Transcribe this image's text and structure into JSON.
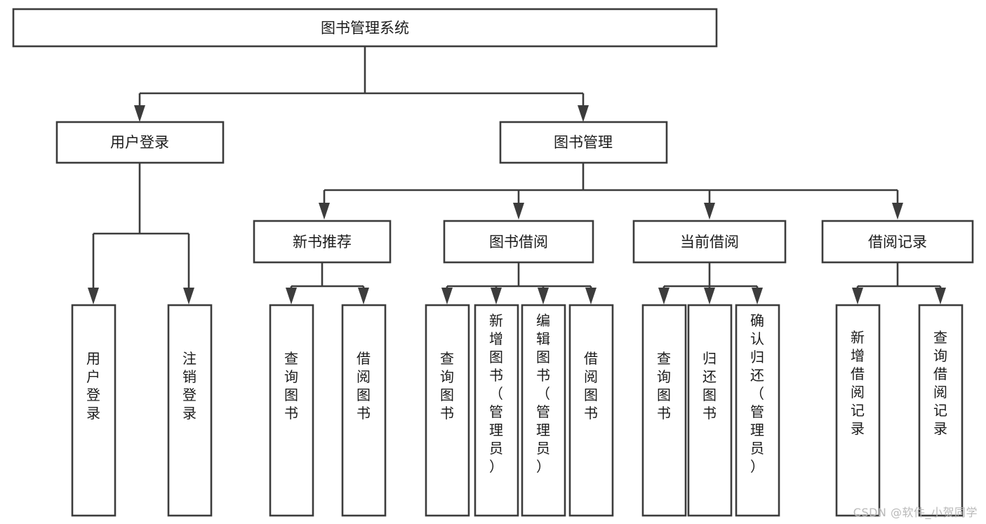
{
  "diagram": {
    "title": "图书管理系统",
    "type": "tree-hierarchy-chart",
    "watermark": "CSDN @软件_小贺同学",
    "colors": {
      "stroke": "#3c3c3c",
      "fill": "#ffffff",
      "text": "#1b1b1b",
      "watermark": "#b9b9b9",
      "background": "#ffffff"
    },
    "levels": {
      "root": {
        "label": "图书管理系统"
      },
      "level1": [
        {
          "id": "user-login",
          "label": "用户登录"
        },
        {
          "id": "book-manage",
          "label": "图书管理"
        }
      ],
      "level2": [
        {
          "id": "new-book-recommend",
          "label": "新书推荐",
          "parent": "book-manage"
        },
        {
          "id": "book-borrow",
          "label": "图书借阅",
          "parent": "book-manage"
        },
        {
          "id": "current-borrow",
          "label": "当前借阅",
          "parent": "book-manage"
        },
        {
          "id": "borrow-record",
          "label": "借阅记录",
          "parent": "book-manage"
        }
      ],
      "leaves": [
        {
          "id": "leaf-user-login",
          "label": "用户登录",
          "parent": "user-login"
        },
        {
          "id": "leaf-logout",
          "label": "注销登录",
          "parent": "user-login"
        },
        {
          "id": "leaf-query-book-1",
          "label": "查询图书",
          "parent": "new-book-recommend"
        },
        {
          "id": "leaf-borrow-book-1",
          "label": "借阅图书",
          "parent": "new-book-recommend"
        },
        {
          "id": "leaf-query-book-2",
          "label": "查询图书",
          "parent": "book-borrow"
        },
        {
          "id": "leaf-add-book",
          "label": "新增图书（管理员）",
          "parent": "book-borrow"
        },
        {
          "id": "leaf-edit-book",
          "label": "编辑图书（管理员）",
          "parent": "book-borrow"
        },
        {
          "id": "leaf-borrow-book-2",
          "label": "借阅图书",
          "parent": "book-borrow"
        },
        {
          "id": "leaf-query-book-3",
          "label": "查询图书",
          "parent": "current-borrow"
        },
        {
          "id": "leaf-return-book",
          "label": "归还图书",
          "parent": "current-borrow"
        },
        {
          "id": "leaf-confirm-return",
          "label": "确认归还（管理员）",
          "parent": "current-borrow"
        },
        {
          "id": "leaf-add-record",
          "label": "新增借阅记录",
          "parent": "borrow-record"
        },
        {
          "id": "leaf-query-record",
          "label": "查询借阅记录",
          "parent": "borrow-record"
        }
      ]
    }
  }
}
